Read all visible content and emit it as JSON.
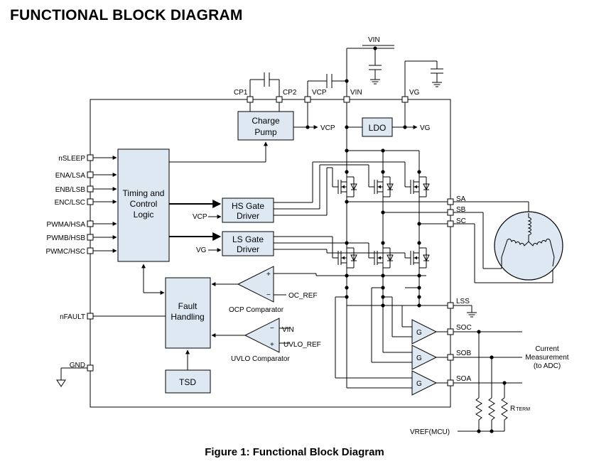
{
  "title": "FUNCTIONAL BLOCK DIAGRAM",
  "caption": "Figure 1: Functional Block Diagram",
  "blocks": {
    "charge_pump": [
      "Charge",
      "Pump"
    ],
    "ldo": "LDO",
    "timing_logic": [
      "Timing and",
      "Control",
      "Logic"
    ],
    "hs_gate_driver": [
      "HS Gate",
      "Driver"
    ],
    "ls_gate_driver": [
      "LS Gate",
      "Driver"
    ],
    "fault_handling": [
      "Fault",
      "Handling"
    ],
    "tsd": "TSD"
  },
  "comparators": {
    "ocp": "OCP Comparator",
    "uvlo": "UVLO Comparator",
    "plus": "+",
    "minus": "−",
    "ocp_ref": "OC_REF",
    "uvlo_vin": "VIN",
    "uvlo_ref": "UVLO_REF"
  },
  "pins_left": [
    "nSLEEP",
    "ENA/LSA",
    "ENB/LSB",
    "ENC/LSC",
    "PWMA/HSA",
    "PWMB/HSB",
    "PWMC/HSC",
    "nFAULT",
    "GND"
  ],
  "pins_top": [
    "CP1",
    "CP2",
    "VCP",
    "VIN",
    "VG"
  ],
  "pins_right": [
    "SA",
    "SB",
    "SC",
    "LSS",
    "SOC",
    "SOB",
    "SOA"
  ],
  "nets": {
    "vin_supply": "VIN",
    "vcp_out": "VCP",
    "vg_out": "VG",
    "vcp_in": "VCP",
    "vg_in": "VG"
  },
  "amplifiers": [
    "G",
    "G",
    "G"
  ],
  "external": {
    "current_measurement": [
      "Current",
      "Measurement",
      "(to ADC)"
    ],
    "rterm_main": "R",
    "rterm_sub": "TERM",
    "vref": "VREF(MCU)"
  }
}
